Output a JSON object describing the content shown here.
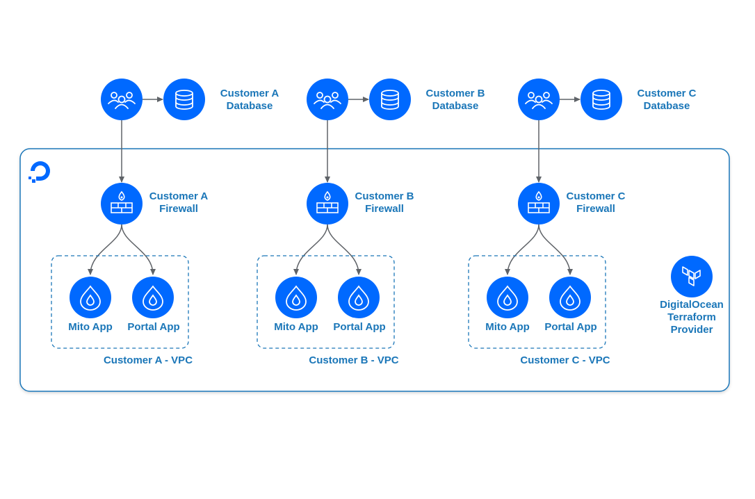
{
  "colors": {
    "node_fill": "#0069ff",
    "text": "#1a76b8",
    "frame_stroke": "#1a76b8",
    "edge": "#5f6368"
  },
  "customers": [
    {
      "id": "a",
      "database_label": [
        "Customer A",
        "Database"
      ],
      "firewall_label": [
        "Customer A",
        "Firewall"
      ],
      "apps": [
        "Mito App",
        "Portal App"
      ],
      "vpc_label": "Customer A - VPC"
    },
    {
      "id": "b",
      "database_label": [
        "Customer B",
        "Database"
      ],
      "firewall_label": [
        "Customer B",
        "Firewall"
      ],
      "apps": [
        "Mito App",
        "Portal App"
      ],
      "vpc_label": "Customer B - VPC"
    },
    {
      "id": "c",
      "database_label": [
        "Customer C",
        "Database"
      ],
      "firewall_label": [
        "Customer C",
        "Firewall"
      ],
      "apps": [
        "Mito App",
        "Portal App"
      ],
      "vpc_label": "Customer C - VPC"
    }
  ],
  "provider_label": [
    "DigitalOcean",
    "Terraform",
    "Provider"
  ],
  "icons": {
    "users": "users-group-icon",
    "database": "database-icon",
    "firewall": "firewall-icon",
    "app": "droplet-icon",
    "provider": "terraform-icon",
    "logo": "digitalocean-logo"
  }
}
